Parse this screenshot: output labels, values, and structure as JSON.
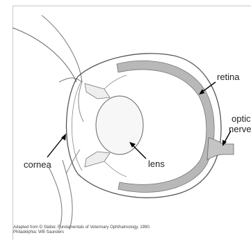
{
  "labels": {
    "retina": "retina",
    "optic": "optic",
    "nerve": "nerve",
    "cornea": "cornea",
    "lens": "lens"
  },
  "caption": {
    "line1": "Adapted from D Slatter, Fundamentals of Veterinary Ophthalmology, 1990.",
    "line2": "Philadelphia: WB Saunders"
  }
}
